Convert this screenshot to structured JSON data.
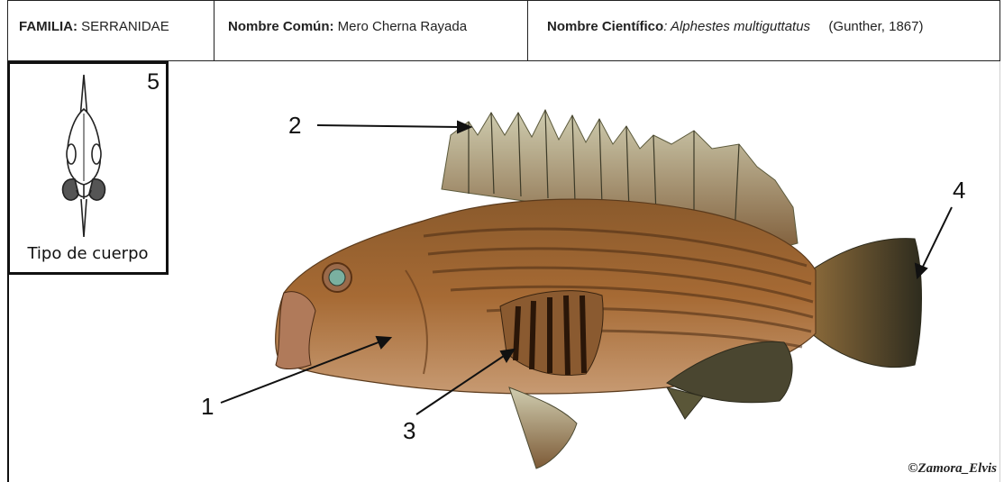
{
  "header": {
    "familia_label": "FAMILIA:",
    "familia_value": "SERRANIDAE",
    "comun_label": "Nombre Común:",
    "comun_value": "Mero Cherna Rayada",
    "cientifico_label": "Nombre Científico",
    "cientifico_value": "Alphestes multiguttatus",
    "autor": "(Gunther, 1867)"
  },
  "body_type": {
    "number": "5",
    "caption": "Tipo de cuerpo",
    "icon": "fish-dorsal-view-icon"
  },
  "annotations": {
    "n1": "1",
    "n2": "2",
    "n3": "3",
    "n4": "4"
  },
  "fish": {
    "icon": "fish-photo-icon",
    "colors": {
      "body": "#9b6230",
      "belly": "#c89a70",
      "stripe": "#4a2c14",
      "fin": "#6b6a4a",
      "fin_spine": "#c9c7a8",
      "tail": "#3c3a28"
    }
  },
  "credit": "©Zamora_Elvis"
}
